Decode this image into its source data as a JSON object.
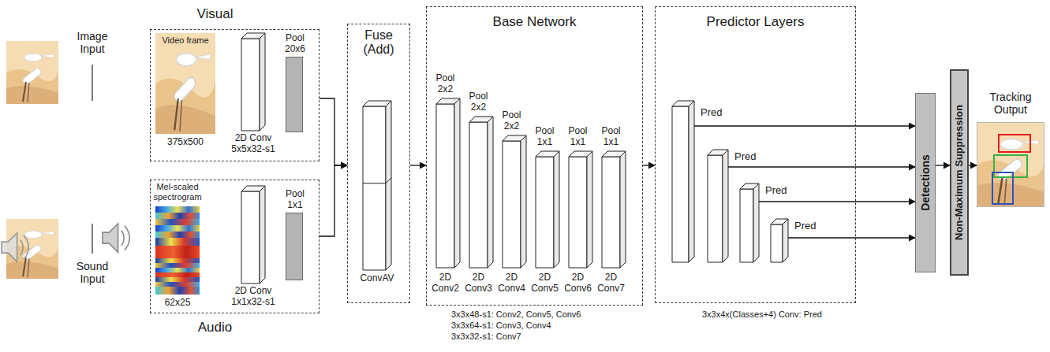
{
  "diagram": {
    "nodes": [
      {
        "text": [
          "Visual"
        ]
      },
      {
        "text": [
          "Video frame",
          "375x500"
        ],
        "in": 0
      },
      {
        "text": [
          "2D Conv 5x5x32-s1"
        ],
        "in": 0
      },
      {
        "text": [
          "Pool 20x6"
        ],
        "in": 0
      },
      {
        "text": [
          "Audio"
        ]
      },
      {
        "text": [
          "Mel-scaled spectrogram",
          "62x25"
        ],
        "in": 4
      },
      {
        "text": [
          "2D Conv 1x1x32-s1"
        ],
        "in": 4
      },
      {
        "text": [
          "Pool 1x1"
        ],
        "in": 4
      },
      {
        "text": [
          "Fuse (Add)"
        ]
      },
      {
        "text": [
          "ConvAV"
        ],
        "in": 8
      },
      {
        "text": [
          "Base Network"
        ]
      },
      {
        "text": [
          "Pool 2x2",
          "2D Conv2"
        ],
        "in": 10
      },
      {
        "text": [
          "Pool 2x2",
          "2D Conv3"
        ],
        "in": 10
      },
      {
        "text": [
          "Pool 2x2",
          "2D Conv4"
        ],
        "in": 10
      },
      {
        "text": [
          "Pool 1x1",
          "2D Conv5"
        ],
        "in": 10
      },
      {
        "text": [
          "Pool 1x1",
          "2D Conv6"
        ],
        "in": 10
      },
      {
        "text": [
          "Pool 1x1",
          "2D Conv7"
        ],
        "in": 10
      },
      {
        "text": [
          "Predictor Layers"
        ]
      },
      {
        "text": [
          "Pred"
        ],
        "in": 17
      },
      {
        "text": [
          "Pred"
        ],
        "in": 17
      },
      {
        "text": [
          "Pred"
        ],
        "in": 17
      },
      {
        "text": [
          "Pred"
        ],
        "in": 17
      },
      {
        "text": [
          "Detections"
        ]
      },
      {
        "text": [
          "Non-Maximum Suppression"
        ]
      },
      {
        "text": [
          "Tracking Output"
        ]
      }
    ],
    "edges": [
      {
        "from": 0,
        "to": 8,
        "arrow": "to"
      },
      {
        "from": 4,
        "to": 8,
        "arrow": "to"
      },
      {
        "from": 8,
        "to": 10,
        "arrow": "to"
      },
      {
        "from": 10,
        "to": 17,
        "arrow": "to"
      },
      {
        "from": 18,
        "to": 22,
        "arrow": "to"
      },
      {
        "from": 19,
        "to": 22,
        "arrow": "to"
      },
      {
        "from": 20,
        "to": 22,
        "arrow": "to"
      },
      {
        "from": 21,
        "to": 22,
        "arrow": "to"
      },
      {
        "from": 22,
        "to": 23,
        "arrow": "to"
      },
      {
        "from": 23,
        "to": 24,
        "arrow": "to"
      }
    ],
    "labels": [
      "Image Input",
      "Sound Input",
      "3x3x48-s1: Conv2, Conv5, Conv6",
      "3x3x64-s1: Conv3, Conv4",
      "3x3x32-s1: Conv7",
      "3x3x4x(Classes+4) Conv: Pred"
    ]
  }
}
